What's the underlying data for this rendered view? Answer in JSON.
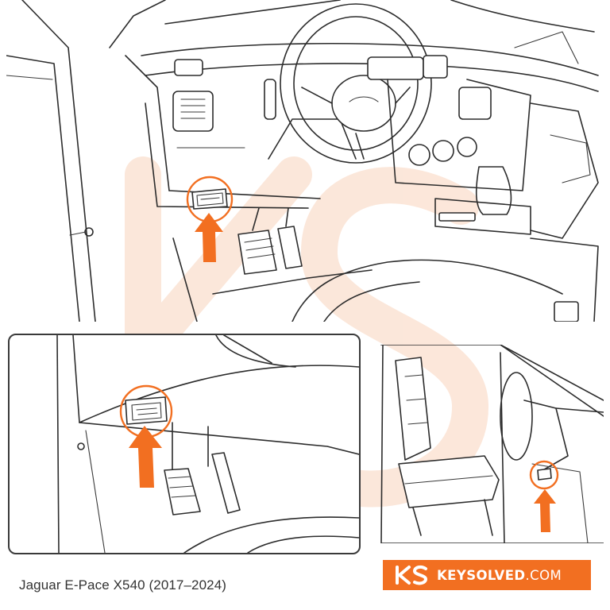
{
  "caption": "Jaguar E-Pace X540 (2017–2024)",
  "brand": {
    "name": "KEYSOLVED",
    "tld": ".COM"
  },
  "colors": {
    "accent": "#f26f21",
    "line": "#2c2c2c",
    "background": "#ffffff"
  },
  "icons": [
    "steering-wheel-icon",
    "obd-port-icon",
    "up-arrow-icon",
    "keysolved-logo-icon"
  ]
}
